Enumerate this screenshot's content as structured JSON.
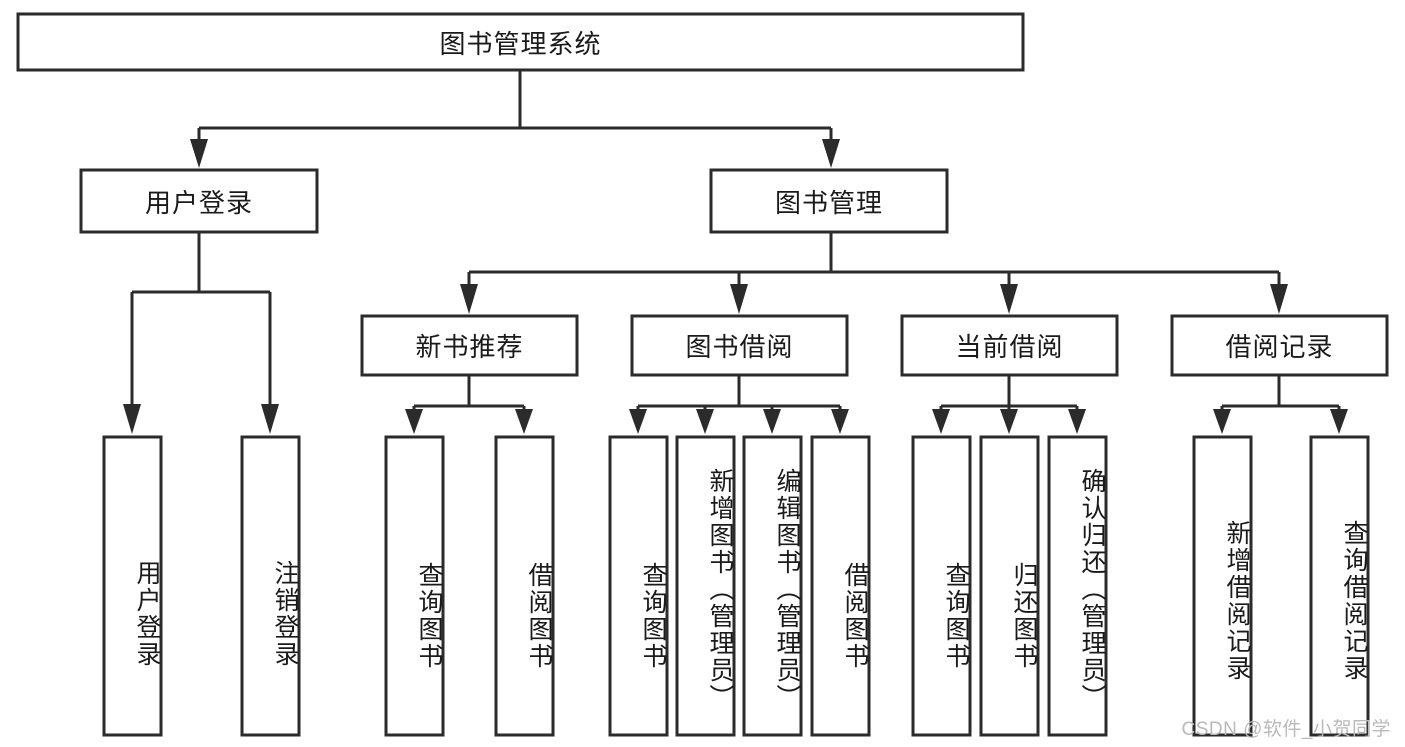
{
  "diagram": {
    "title_node": {
      "label": "图书管理系统"
    },
    "level2": [
      {
        "id": "user-login",
        "label": "用户登录"
      },
      {
        "id": "book-management",
        "label": "图书管理"
      }
    ],
    "level3": [
      {
        "id": "new-book-recommend",
        "label": "新书推荐"
      },
      {
        "id": "book-borrow",
        "label": "图书借阅"
      },
      {
        "id": "current-borrow",
        "label": "当前借阅"
      },
      {
        "id": "borrow-record",
        "label": "借阅记录"
      }
    ],
    "leaves": {
      "user_login": [
        {
          "id": "leaf-user-login",
          "label": "用户登录"
        },
        {
          "id": "leaf-logout-login",
          "label": "注销登录"
        }
      ],
      "new_book_recommend": [
        {
          "id": "leaf-query-book-1",
          "label": "查询图书"
        },
        {
          "id": "leaf-borrow-book-1",
          "label": "借阅图书"
        }
      ],
      "book_borrow": [
        {
          "id": "leaf-query-book-2",
          "label": "查询图书"
        },
        {
          "id": "leaf-add-book-admin",
          "label": "新增图书（管理员）"
        },
        {
          "id": "leaf-edit-book-admin",
          "label": "编辑图书（管理员）"
        },
        {
          "id": "leaf-borrow-book-2",
          "label": "借阅图书"
        }
      ],
      "current_borrow": [
        {
          "id": "leaf-query-book-3",
          "label": "查询图书"
        },
        {
          "id": "leaf-return-book",
          "label": "归还图书"
        },
        {
          "id": "leaf-confirm-return-admin",
          "label": "确认归还（管理员）"
        }
      ],
      "borrow_record": [
        {
          "id": "leaf-add-borrow-record",
          "label": "新增借阅记录"
        },
        {
          "id": "leaf-query-borrow-record",
          "label": "查询借阅记录"
        }
      ]
    }
  },
  "watermark": {
    "text": "CSDN @软件_小贺同学"
  },
  "colors": {
    "box_stroke": "#2b2b2b",
    "box_fill": "#ffffff",
    "text": "#1a1a1a",
    "watermark": "#b9b9b9",
    "background": "#ffffff"
  }
}
